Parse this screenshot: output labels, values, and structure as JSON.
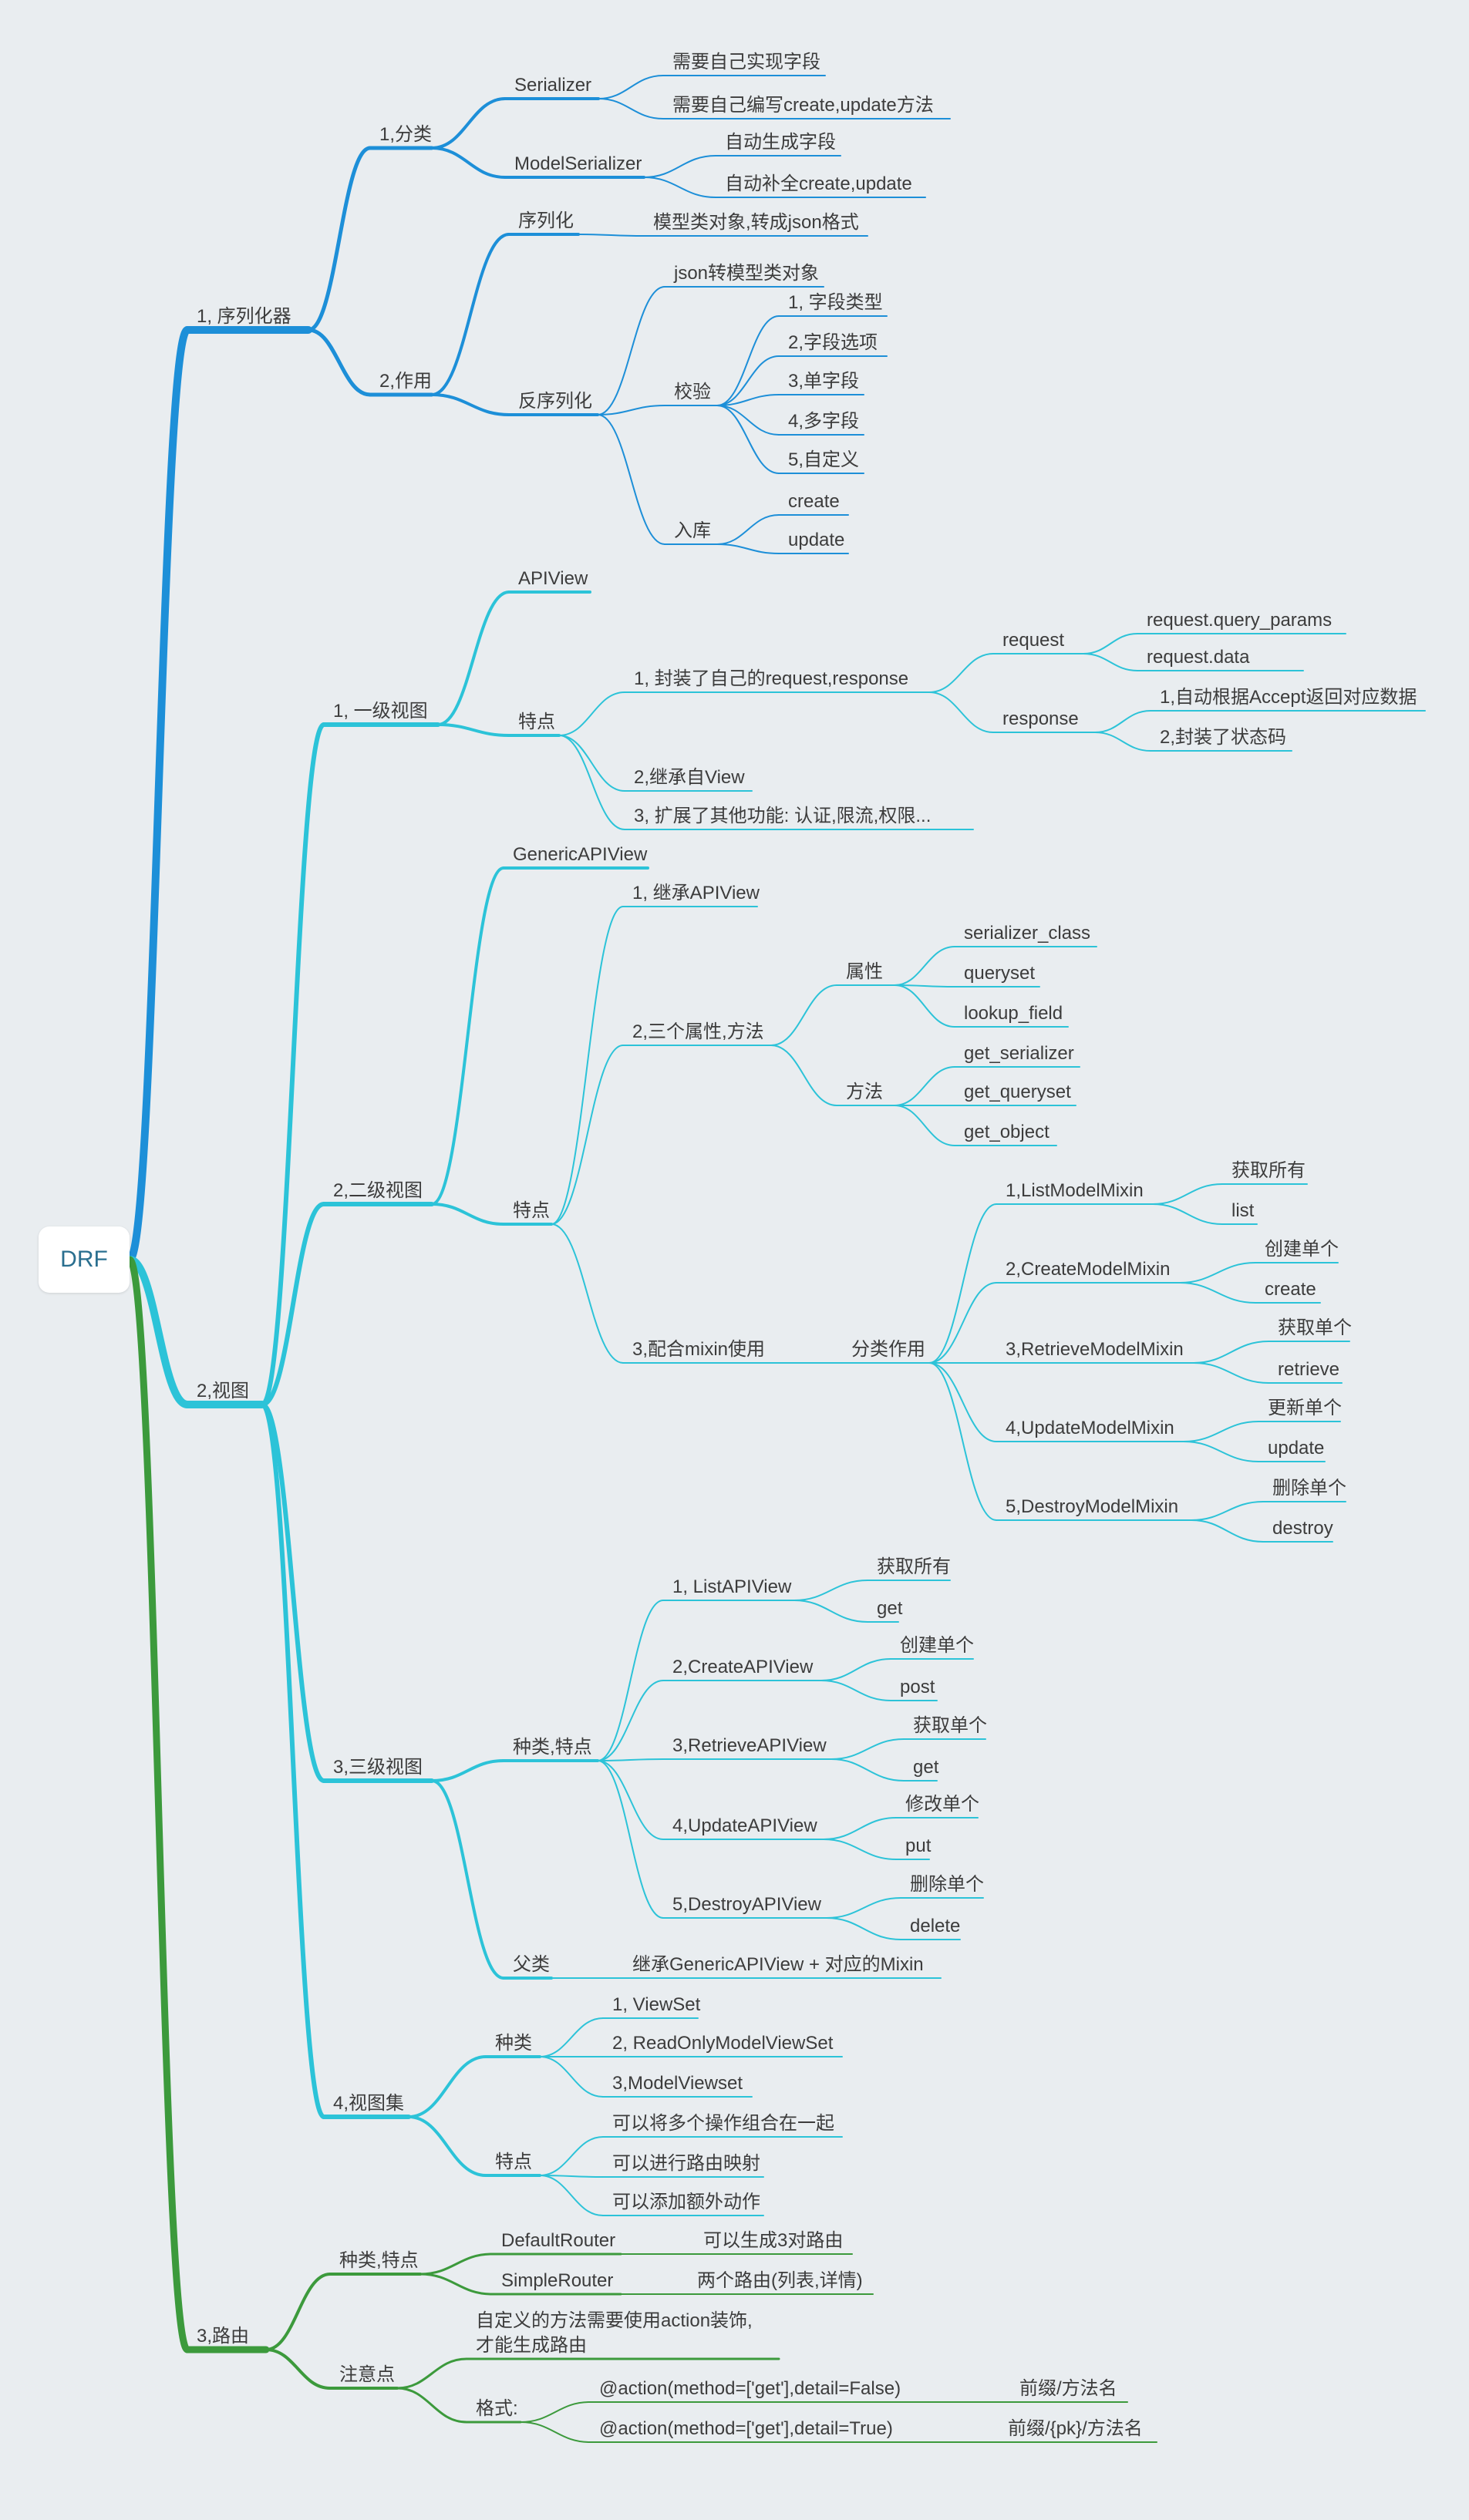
{
  "root": {
    "label": "DRF"
  },
  "colors": {
    "serializer": "#1d8fd8",
    "views": "#2cc3d8",
    "router": "#3c9a3c",
    "text": "#3c3c3c"
  },
  "nodes": [
    {
      "id": "s",
      "parent": "root",
      "label": "1, 序列化器",
      "branch": "serializer"
    },
    {
      "id": "s1",
      "parent": "s",
      "label": "1,分类",
      "branch": "serializer"
    },
    {
      "id": "s1a",
      "parent": "s1",
      "label": "Serializer",
      "branch": "serializer"
    },
    {
      "id": "s1a1",
      "parent": "s1a",
      "label": "需要自己实现字段",
      "branch": "serializer"
    },
    {
      "id": "s1a2",
      "parent": "s1a",
      "label": "需要自己编写create,update方法",
      "branch": "serializer"
    },
    {
      "id": "s1b",
      "parent": "s1",
      "label": "ModelSerializer",
      "branch": "serializer"
    },
    {
      "id": "s1b1",
      "parent": "s1b",
      "label": "自动生成字段",
      "branch": "serializer"
    },
    {
      "id": "s1b2",
      "parent": "s1b",
      "label": "自动补全create,update",
      "branch": "serializer"
    },
    {
      "id": "s2",
      "parent": "s",
      "label": "2,作用",
      "branch": "serializer"
    },
    {
      "id": "s2a",
      "parent": "s2",
      "label": "序列化",
      "branch": "serializer"
    },
    {
      "id": "s2a1",
      "parent": "s2a",
      "label": "模型类对象,转成json格式",
      "branch": "serializer"
    },
    {
      "id": "s2b",
      "parent": "s2",
      "label": "反序列化",
      "branch": "serializer"
    },
    {
      "id": "s2b1",
      "parent": "s2b",
      "label": "json转模型类对象",
      "branch": "serializer"
    },
    {
      "id": "s2b2",
      "parent": "s2b",
      "label": "校验",
      "branch": "serializer"
    },
    {
      "id": "s2b2a",
      "parent": "s2b2",
      "label": "1, 字段类型",
      "branch": "serializer"
    },
    {
      "id": "s2b2b",
      "parent": "s2b2",
      "label": "2,字段选项",
      "branch": "serializer"
    },
    {
      "id": "s2b2c",
      "parent": "s2b2",
      "label": "3,单字段",
      "branch": "serializer"
    },
    {
      "id": "s2b2d",
      "parent": "s2b2",
      "label": "4,多字段",
      "branch": "serializer"
    },
    {
      "id": "s2b2e",
      "parent": "s2b2",
      "label": "5,自定义",
      "branch": "serializer"
    },
    {
      "id": "s2b3",
      "parent": "s2b",
      "label": "入库",
      "branch": "serializer"
    },
    {
      "id": "s2b3a",
      "parent": "s2b3",
      "label": "create",
      "branch": "serializer"
    },
    {
      "id": "s2b3b",
      "parent": "s2b3",
      "label": "update",
      "branch": "serializer"
    },
    {
      "id": "v",
      "parent": "root",
      "label": "2,视图",
      "branch": "views"
    },
    {
      "id": "v1",
      "parent": "v",
      "label": "1, 一级视图",
      "branch": "views"
    },
    {
      "id": "v1a",
      "parent": "v1",
      "label": "APIView",
      "branch": "views"
    },
    {
      "id": "v1b",
      "parent": "v1",
      "label": "特点",
      "branch": "views"
    },
    {
      "id": "v1b1",
      "parent": "v1b",
      "label": "1, 封装了自己的request,response",
      "branch": "views"
    },
    {
      "id": "v1b1a",
      "parent": "v1b1",
      "label": "request",
      "branch": "views"
    },
    {
      "id": "v1b1a1",
      "parent": "v1b1a",
      "label": "request.query_params",
      "branch": "views"
    },
    {
      "id": "v1b1a2",
      "parent": "v1b1a",
      "label": "request.data",
      "branch": "views"
    },
    {
      "id": "v1b1b",
      "parent": "v1b1",
      "label": "response",
      "branch": "views"
    },
    {
      "id": "v1b1b1",
      "parent": "v1b1b",
      "label": "1,自动根据Accept返回对应数据",
      "branch": "views"
    },
    {
      "id": "v1b1b2",
      "parent": "v1b1b",
      "label": "2,封装了状态码",
      "branch": "views"
    },
    {
      "id": "v1b2",
      "parent": "v1b",
      "label": "2,继承自View",
      "branch": "views"
    },
    {
      "id": "v1b3",
      "parent": "v1b",
      "label": "3, 扩展了其他功能: 认证,限流,权限...",
      "branch": "views"
    },
    {
      "id": "v2",
      "parent": "v",
      "label": "2,二级视图",
      "branch": "views"
    },
    {
      "id": "v2a",
      "parent": "v2",
      "label": "GenericAPIView",
      "branch": "views"
    },
    {
      "id": "v2b",
      "parent": "v2",
      "label": "特点",
      "branch": "views"
    },
    {
      "id": "v2b1",
      "parent": "v2b",
      "label": "1, 继承APIView",
      "branch": "views"
    },
    {
      "id": "v2b2",
      "parent": "v2b",
      "label": "2,三个属性,方法",
      "branch": "views"
    },
    {
      "id": "v2b2a",
      "parent": "v2b2",
      "label": "属性",
      "branch": "views"
    },
    {
      "id": "v2b2a1",
      "parent": "v2b2a",
      "label": "serializer_class",
      "branch": "views"
    },
    {
      "id": "v2b2a2",
      "parent": "v2b2a",
      "label": "queryset",
      "branch": "views"
    },
    {
      "id": "v2b2a3",
      "parent": "v2b2a",
      "label": "lookup_field",
      "branch": "views"
    },
    {
      "id": "v2b2b",
      "parent": "v2b2",
      "label": "方法",
      "branch": "views"
    },
    {
      "id": "v2b2b1",
      "parent": "v2b2b",
      "label": "get_serializer",
      "branch": "views"
    },
    {
      "id": "v2b2b2",
      "parent": "v2b2b",
      "label": "get_queryset",
      "branch": "views"
    },
    {
      "id": "v2b2b3",
      "parent": "v2b2b",
      "label": "get_object",
      "branch": "views"
    },
    {
      "id": "v2b3",
      "parent": "v2b",
      "label": "3,配合mixin使用",
      "branch": "views"
    },
    {
      "id": "v2b3a",
      "parent": "v2b3",
      "label": "分类作用",
      "branch": "views"
    },
    {
      "id": "m1",
      "parent": "v2b3a",
      "label": "1,ListModelMixin",
      "branch": "views"
    },
    {
      "id": "m1a",
      "parent": "m1",
      "label": "获取所有",
      "branch": "views"
    },
    {
      "id": "m1b",
      "parent": "m1",
      "label": "list",
      "branch": "views"
    },
    {
      "id": "m2",
      "parent": "v2b3a",
      "label": "2,CreateModelMixin",
      "branch": "views"
    },
    {
      "id": "m2a",
      "parent": "m2",
      "label": "创建单个",
      "branch": "views"
    },
    {
      "id": "m2b",
      "parent": "m2",
      "label": "create",
      "branch": "views"
    },
    {
      "id": "m3",
      "parent": "v2b3a",
      "label": "3,RetrieveModelMixin",
      "branch": "views"
    },
    {
      "id": "m3a",
      "parent": "m3",
      "label": "获取单个",
      "branch": "views"
    },
    {
      "id": "m3b",
      "parent": "m3",
      "label": "retrieve",
      "branch": "views"
    },
    {
      "id": "m4",
      "parent": "v2b3a",
      "label": "4,UpdateModelMixin",
      "branch": "views"
    },
    {
      "id": "m4a",
      "parent": "m4",
      "label": "更新单个",
      "branch": "views"
    },
    {
      "id": "m4b",
      "parent": "m4",
      "label": "update",
      "branch": "views"
    },
    {
      "id": "m5",
      "parent": "v2b3a",
      "label": "5,DestroyModelMixin",
      "branch": "views"
    },
    {
      "id": "m5a",
      "parent": "m5",
      "label": "删除单个",
      "branch": "views"
    },
    {
      "id": "m5b",
      "parent": "m5",
      "label": "destroy",
      "branch": "views"
    },
    {
      "id": "v3",
      "parent": "v",
      "label": "3,三级视图",
      "branch": "views"
    },
    {
      "id": "v3a",
      "parent": "v3",
      "label": "种类,特点",
      "branch": "views"
    },
    {
      "id": "g1",
      "parent": "v3a",
      "label": "1, ListAPIView",
      "branch": "views"
    },
    {
      "id": "g1a",
      "parent": "g1",
      "label": "获取所有",
      "branch": "views"
    },
    {
      "id": "g1b",
      "parent": "g1",
      "label": "get",
      "branch": "views"
    },
    {
      "id": "g2",
      "parent": "v3a",
      "label": "2,CreateAPIView",
      "branch": "views"
    },
    {
      "id": "g2a",
      "parent": "g2",
      "label": "创建单个",
      "branch": "views"
    },
    {
      "id": "g2b",
      "parent": "g2",
      "label": "post",
      "branch": "views"
    },
    {
      "id": "g3",
      "parent": "v3a",
      "label": "3,RetrieveAPIView",
      "branch": "views"
    },
    {
      "id": "g3a",
      "parent": "g3",
      "label": "获取单个",
      "branch": "views"
    },
    {
      "id": "g3b",
      "parent": "g3",
      "label": "get",
      "branch": "views"
    },
    {
      "id": "g4",
      "parent": "v3a",
      "label": "4,UpdateAPIView",
      "branch": "views"
    },
    {
      "id": "g4a",
      "parent": "g4",
      "label": "修改单个",
      "branch": "views"
    },
    {
      "id": "g4b",
      "parent": "g4",
      "label": "put",
      "branch": "views"
    },
    {
      "id": "g5",
      "parent": "v3a",
      "label": "5,DestroyAPIView",
      "branch": "views"
    },
    {
      "id": "g5a",
      "parent": "g5",
      "label": "删除单个",
      "branch": "views"
    },
    {
      "id": "g5b",
      "parent": "g5",
      "label": "delete",
      "branch": "views"
    },
    {
      "id": "v3b",
      "parent": "v3",
      "label": "父类",
      "branch": "views"
    },
    {
      "id": "v3b1",
      "parent": "v3b",
      "label": "继承GenericAPIView + 对应的Mixin",
      "branch": "views"
    },
    {
      "id": "v4",
      "parent": "v",
      "label": "4,视图集",
      "branch": "views"
    },
    {
      "id": "v4a",
      "parent": "v4",
      "label": "种类",
      "branch": "views"
    },
    {
      "id": "v4a1",
      "parent": "v4a",
      "label": "1, ViewSet",
      "branch": "views"
    },
    {
      "id": "v4a2",
      "parent": "v4a",
      "label": "2, ReadOnlyModelViewSet",
      "branch": "views"
    },
    {
      "id": "v4a3",
      "parent": "v4a",
      "label": "3,ModelViewset",
      "branch": "views"
    },
    {
      "id": "v4b",
      "parent": "v4",
      "label": "特点",
      "branch": "views"
    },
    {
      "id": "v4b1",
      "parent": "v4b",
      "label": "可以将多个操作组合在一起",
      "branch": "views"
    },
    {
      "id": "v4b2",
      "parent": "v4b",
      "label": "可以进行路由映射",
      "branch": "views"
    },
    {
      "id": "v4b3",
      "parent": "v4b",
      "label": "可以添加额外动作",
      "branch": "views"
    },
    {
      "id": "r",
      "parent": "root",
      "label": "3,路由",
      "branch": "router"
    },
    {
      "id": "r1",
      "parent": "r",
      "label": "种类,特点",
      "branch": "router"
    },
    {
      "id": "r1a",
      "parent": "r1",
      "label": "DefaultRouter",
      "branch": "router"
    },
    {
      "id": "r1a1",
      "parent": "r1a",
      "label": "可以生成3对路由",
      "branch": "router"
    },
    {
      "id": "r1b",
      "parent": "r1",
      "label": "SimpleRouter",
      "branch": "router"
    },
    {
      "id": "r1b1",
      "parent": "r1b",
      "label": "两个路由(列表,详情)",
      "branch": "router"
    },
    {
      "id": "r2",
      "parent": "r",
      "label": "注意点",
      "branch": "router"
    },
    {
      "id": "r2a",
      "parent": "r2",
      "label": "自定义的方法需要使用action装饰,\n才能生成路由",
      "branch": "router"
    },
    {
      "id": "r2b",
      "parent": "r2",
      "label": "格式:",
      "branch": "router"
    },
    {
      "id": "r2b1",
      "parent": "r2b",
      "label": "@action(method=['get'],detail=False)",
      "branch": "router"
    },
    {
      "id": "r2b1a",
      "parent": "r2b1",
      "label": "前缀/方法名",
      "branch": "router"
    },
    {
      "id": "r2b2",
      "parent": "r2b",
      "label": "@action(method=['get'],detail=True)",
      "branch": "router"
    },
    {
      "id": "r2b2a",
      "parent": "r2b2",
      "label": "前缀/{pk}/方法名",
      "branch": "router"
    }
  ]
}
